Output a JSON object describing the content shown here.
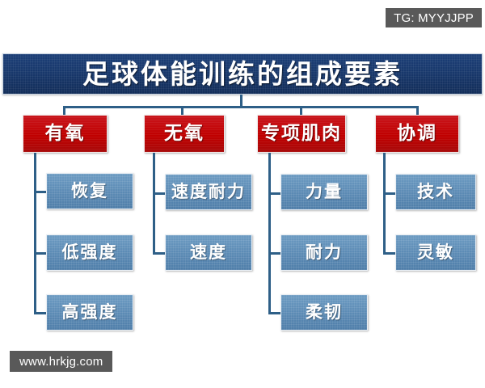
{
  "watermarks": {
    "top_right": "TG: MYYJJPP",
    "bottom_left": "www.hrkjg.com"
  },
  "colors": {
    "title_bar": "#17376b",
    "level1_red": "#c00000",
    "level2_blue": "#5b8ab4",
    "connector": "#2e5f87",
    "watermark_bg": "#595959"
  },
  "title": "足球体能训练的组成要素",
  "chart_data": {
    "type": "diagram",
    "title": "足球体能训练的组成要素",
    "root": "足球体能训练的组成要素",
    "branches": [
      {
        "label": "有氧",
        "children": [
          "恢复",
          "低强度",
          "高强度"
        ]
      },
      {
        "label": "无氧",
        "children": [
          "速度耐力",
          "速度"
        ]
      },
      {
        "label": "专项肌肉",
        "children": [
          "力量",
          "耐力",
          "柔韧"
        ]
      },
      {
        "label": "协调",
        "children": [
          "技术",
          "灵敏"
        ]
      }
    ]
  },
  "branches": {
    "b0": {
      "label": "有氧",
      "c0": "恢复",
      "c1": "低强度",
      "c2": "高强度"
    },
    "b1": {
      "label": "无氧",
      "c0": "速度耐力",
      "c1": "速度"
    },
    "b2": {
      "label": "专项肌肉",
      "c0": "力量",
      "c1": "耐力",
      "c2": "柔韧"
    },
    "b3": {
      "label": "协调",
      "c0": "技术",
      "c1": "灵敏"
    }
  }
}
